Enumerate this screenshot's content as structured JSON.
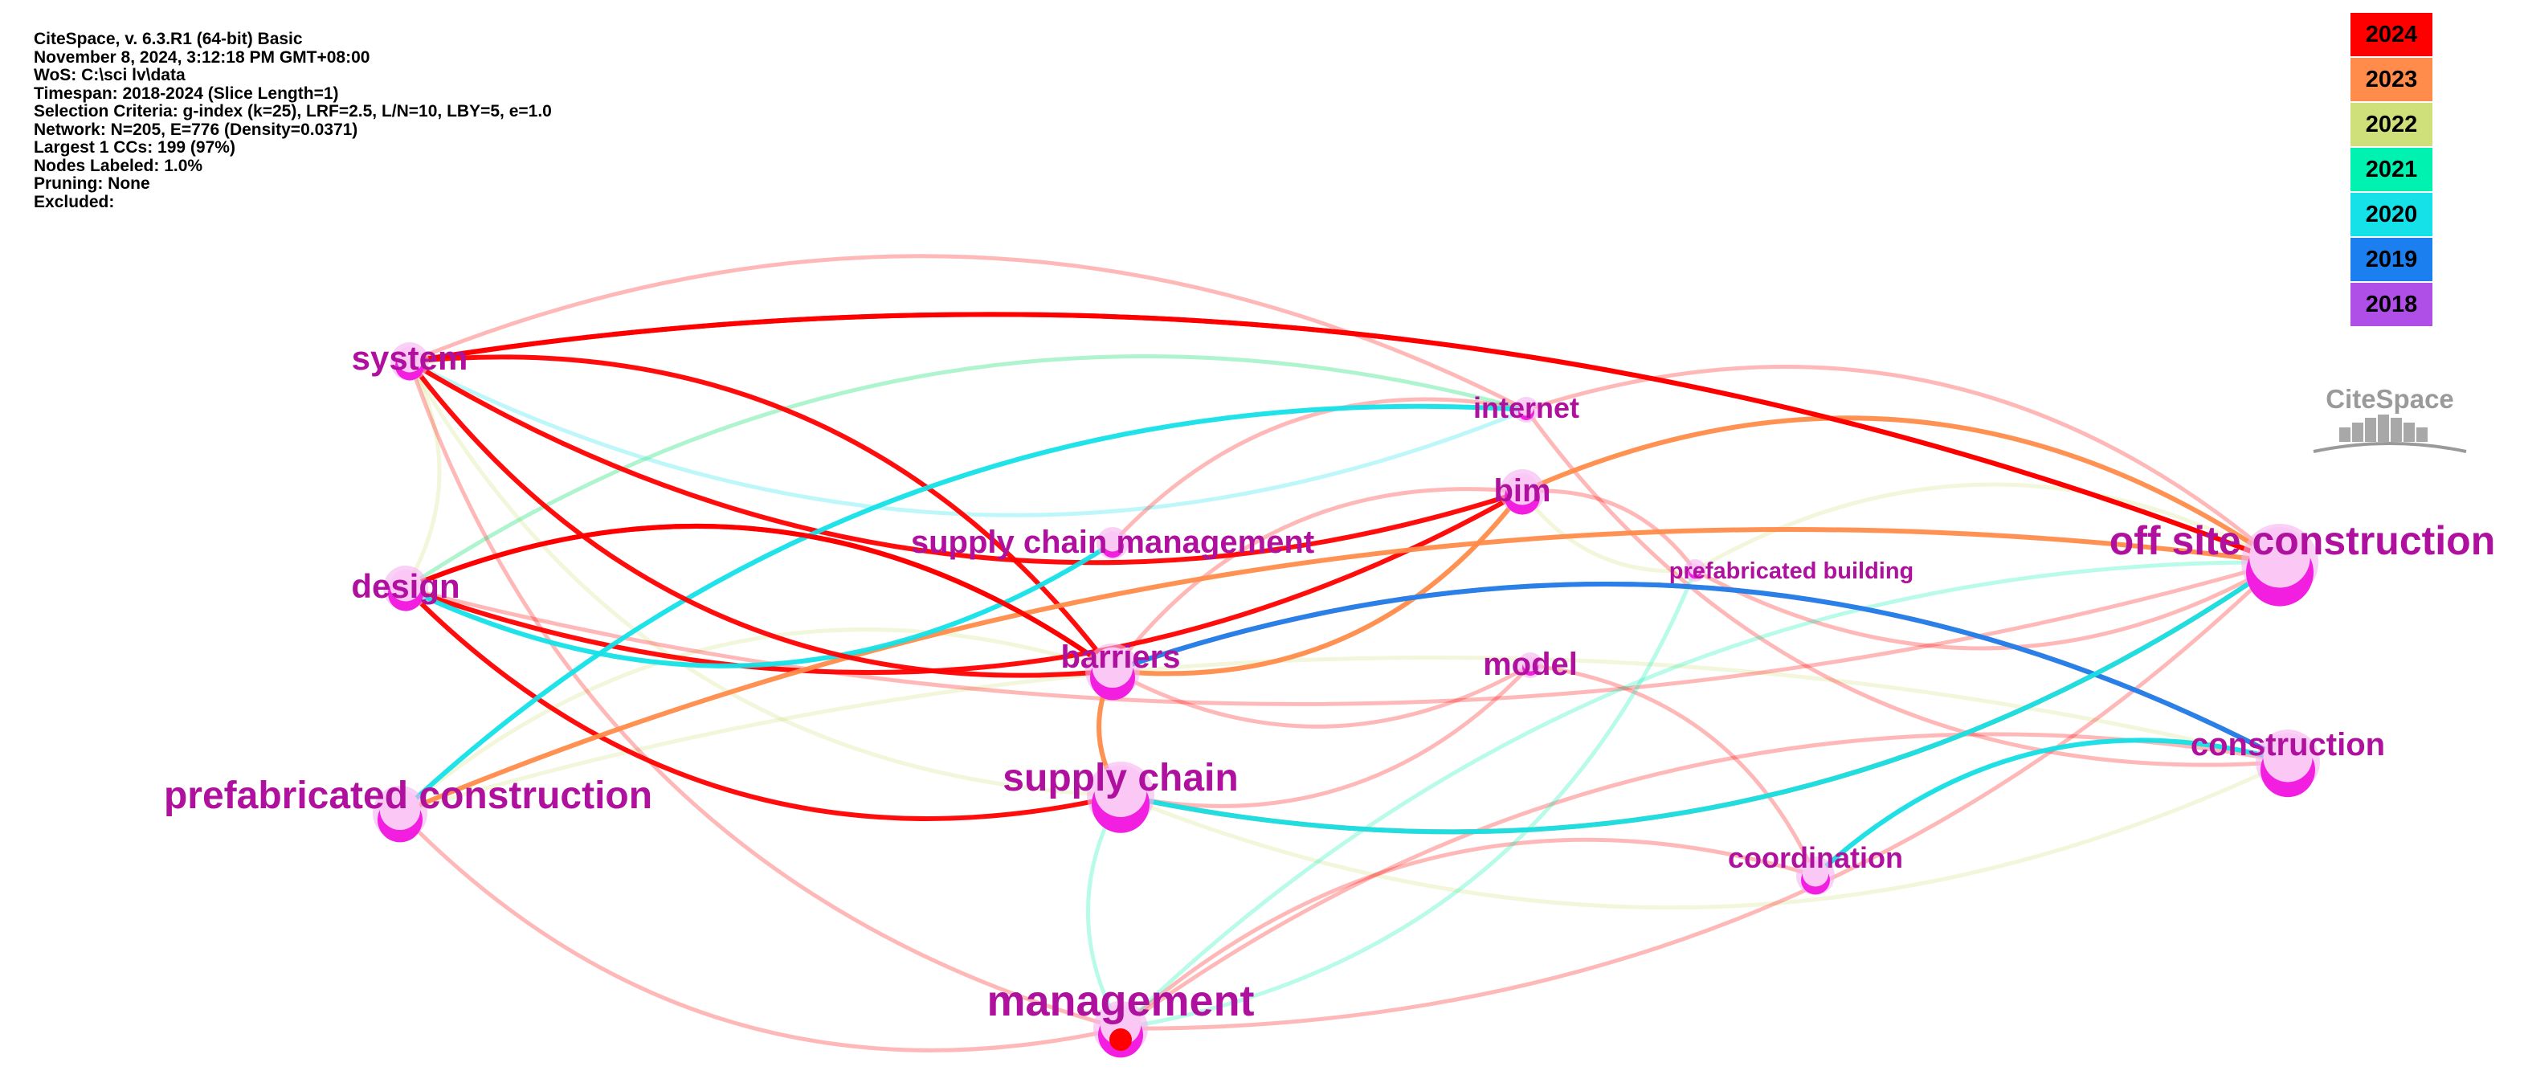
{
  "info_lines": [
    "CiteSpace, v. 6.3.R1 (64-bit) Basic",
    "November 8, 2024, 3:12:18 PM GMT+08:00",
    "WoS: C:\\sci lv\\data",
    "Timespan: 2018-2024 (Slice Length=1)",
    "Selection Criteria: g-index (k=25), LRF=2.5, L/N=10, LBY=5, e=1.0",
    "Network: N=205, E=776 (Density=0.0371)",
    "Largest 1 CCs: 199 (97%)",
    "Nodes Labeled: 1.0%",
    "Pruning: None",
    "Excluded:"
  ],
  "legend": [
    {
      "year": "2024",
      "color": "#ff0000"
    },
    {
      "year": "2023",
      "color": "#ff8c4a"
    },
    {
      "year": "2022",
      "color": "#cfe07a"
    },
    {
      "year": "2021",
      "color": "#00f2b0"
    },
    {
      "year": "2020",
      "color": "#14e1e8"
    },
    {
      "year": "2019",
      "color": "#1c7ff0"
    },
    {
      "year": "2018",
      "color": "#b04fe8"
    }
  ],
  "logo_text": "CiteSpace",
  "nodes": [
    {
      "id": "system",
      "label": "system",
      "year": "2024"
    },
    {
      "id": "internet",
      "label": "internet",
      "year": "2024"
    },
    {
      "id": "bim",
      "label": "bim",
      "year": "2024"
    },
    {
      "id": "scm",
      "label": "supply chain management",
      "year": "2024"
    },
    {
      "id": "design",
      "label": "design",
      "year": "2024"
    },
    {
      "id": "prefab_building",
      "label": "prefabricated building",
      "year": "2024"
    },
    {
      "id": "osc",
      "label": "off site construction",
      "year": "2024"
    },
    {
      "id": "barriers",
      "label": "barriers",
      "year": "2024"
    },
    {
      "id": "model",
      "label": "model",
      "year": "2024"
    },
    {
      "id": "construction",
      "label": "construction",
      "year": "2024"
    },
    {
      "id": "prefab_construction",
      "label": "prefabricated construction",
      "year": "2024"
    },
    {
      "id": "supply_chain",
      "label": "supply chain",
      "year": "2024"
    },
    {
      "id": "coordination",
      "label": "coordination",
      "year": "2024"
    },
    {
      "id": "management",
      "label": "management",
      "year": "2024"
    }
  ],
  "edges": [
    {
      "from": "system",
      "to": "osc",
      "year": "2024"
    },
    {
      "from": "system",
      "to": "bim",
      "year": "2024"
    },
    {
      "from": "system",
      "to": "barriers",
      "year": "2024"
    },
    {
      "from": "design",
      "to": "bim",
      "year": "2024"
    },
    {
      "from": "design",
      "to": "barriers",
      "year": "2024"
    },
    {
      "from": "design",
      "to": "supply_chain",
      "year": "2024"
    },
    {
      "from": "bim",
      "to": "osc",
      "year": "2023"
    },
    {
      "from": "barriers",
      "to": "bim",
      "year": "2023"
    },
    {
      "from": "barriers",
      "to": "construction",
      "year": "2023"
    },
    {
      "from": "barriers",
      "to": "supply_chain",
      "year": "2023"
    },
    {
      "from": "prefab_construction",
      "to": "osc",
      "year": "2023"
    },
    {
      "from": "supply_chain",
      "to": "osc",
      "year": "2023"
    },
    {
      "from": "barriers",
      "to": "construction",
      "year": "2019"
    },
    {
      "from": "design",
      "to": "scm",
      "year": "2020"
    },
    {
      "from": "prefab_construction",
      "to": "internet",
      "year": "2020"
    },
    {
      "from": "supply_chain",
      "to": "osc",
      "year": "2020"
    },
    {
      "from": "coordination",
      "to": "construction",
      "year": "2020"
    },
    {
      "from": "system",
      "to": "internet",
      "year": "2020"
    },
    {
      "from": "system",
      "to": "design",
      "year": "2022"
    },
    {
      "from": "system",
      "to": "supply_chain",
      "year": "2022"
    },
    {
      "from": "design",
      "to": "internet",
      "year": "2022"
    },
    {
      "from": "bim",
      "to": "prefab_building",
      "year": "2022"
    },
    {
      "from": "prefab_building",
      "to": "osc",
      "year": "2022"
    },
    {
      "from": "barriers",
      "to": "prefab_construction",
      "year": "2022"
    },
    {
      "from": "prefab_construction",
      "to": "construction",
      "year": "2022"
    },
    {
      "from": "supply_chain",
      "to": "construction",
      "year": "2022"
    },
    {
      "from": "system",
      "to": "internet",
      "year": "2024"
    },
    {
      "from": "system",
      "to": "management",
      "year": "2024"
    },
    {
      "from": "system",
      "to": "osc",
      "year": "2024"
    },
    {
      "from": "design",
      "to": "osc",
      "year": "2024"
    },
    {
      "from": "internet",
      "to": "osc",
      "year": "2024"
    },
    {
      "from": "internet",
      "to": "construction",
      "year": "2024"
    },
    {
      "from": "bim",
      "to": "prefab_building",
      "year": "2024"
    },
    {
      "from": "bim",
      "to": "barriers",
      "year": "2024"
    },
    {
      "from": "scm",
      "to": "internet",
      "year": "2024"
    },
    {
      "from": "barriers",
      "to": "model",
      "year": "2024"
    },
    {
      "from": "model",
      "to": "coordination",
      "year": "2024"
    },
    {
      "from": "prefab_construction",
      "to": "management",
      "year": "2024"
    },
    {
      "from": "management",
      "to": "construction",
      "year": "2024"
    },
    {
      "from": "management",
      "to": "osc",
      "year": "2024"
    },
    {
      "from": "management",
      "to": "coordination",
      "year": "2024"
    },
    {
      "from": "prefab_building",
      "to": "osc",
      "year": "2024"
    },
    {
      "from": "coordination",
      "to": "construction",
      "year": "2024"
    },
    {
      "from": "supply_chain",
      "to": "model",
      "year": "2024"
    },
    {
      "from": "design",
      "to": "barriers",
      "year": "2024"
    },
    {
      "from": "system",
      "to": "barriers",
      "year": "2024"
    },
    {
      "from": "management",
      "to": "supply_chain",
      "year": "2021"
    },
    {
      "from": "management",
      "to": "prefab_building",
      "year": "2021"
    },
    {
      "from": "management",
      "to": "osc",
      "year": "2021"
    },
    {
      "from": "internet",
      "to": "design",
      "year": "2021"
    }
  ]
}
